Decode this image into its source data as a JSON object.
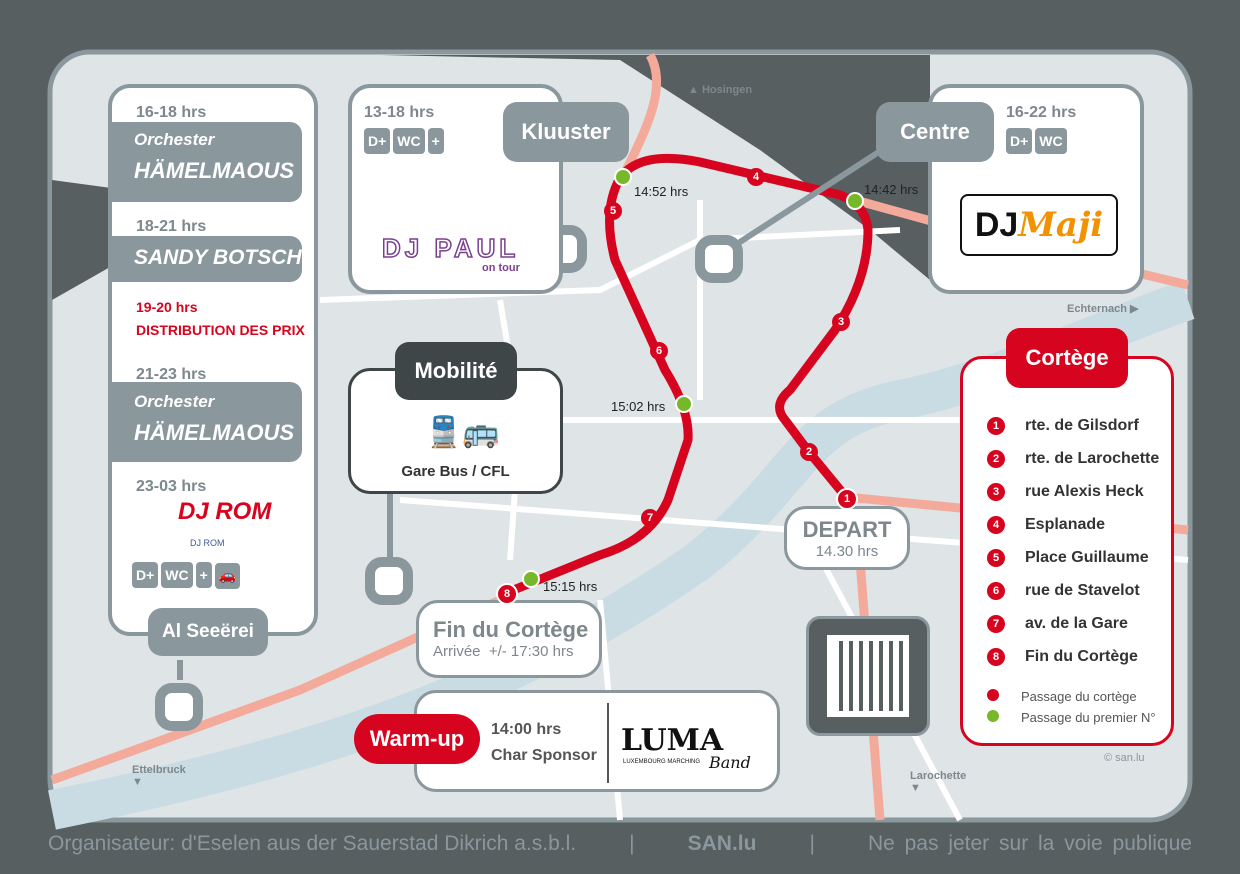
{
  "schedule_panel": {
    "slots": [
      {
        "time": "16-18 hrs",
        "line1": "Orchester",
        "line2": "HÄMELMAOUS"
      },
      {
        "time": "18-21 hrs",
        "line1": "SANDY BOTSCH"
      },
      {
        "time": "19-20 hrs",
        "line1": "DISTRIBUTION DES PRIX"
      },
      {
        "time": "21-23 hrs",
        "line1": "Orchester",
        "line2": "HÄMELMAOUS"
      },
      {
        "time": "23-03 hrs",
        "line1": "DJ ROM",
        "line2": "DJ ROM"
      }
    ],
    "location": "Al Seeërei"
  },
  "kluuster_panel": {
    "time": "13-18 hrs",
    "location": "Kluuster",
    "logo_text": "DJ PAUL",
    "logo_sub": "on tour"
  },
  "centre_panel": {
    "time": "16-22 hrs",
    "location": "Centre",
    "logo_dj": "DJ",
    "logo_name": "Maji"
  },
  "mobilite": {
    "title": "Mobilité",
    "label": "Gare Bus / CFL"
  },
  "depart": {
    "title": "DEPART",
    "time": "14.30 hrs",
    "number": "1"
  },
  "fin": {
    "title": "Fin du Cortège",
    "sub": "Arrivée  +/- 17:30 hrs",
    "number": "8"
  },
  "warmup": {
    "label": "Warm-up",
    "time": "14:00 hrs",
    "sub": "Char Sponsor",
    "logo": "LUMA",
    "logo_sub": "LUXEMBOURG MARCHING",
    "logo_band": "Band"
  },
  "route_times": [
    "14:42 hrs",
    "14:52 hrs",
    "15:02 hrs",
    "15:15 hrs"
  ],
  "route_numbers": [
    "2",
    "3",
    "4",
    "5",
    "6",
    "7"
  ],
  "directions": {
    "north": "Hosingen",
    "east": "Echternach",
    "west": "Ettelbruck",
    "south": "Larochette"
  },
  "icons": {
    "drink_food": "D+",
    "toilet": "WC",
    "first_aid": "+",
    "car": "car"
  },
  "legend": {
    "title": "Cortège",
    "items": [
      {
        "n": "1",
        "label": "rte. de Gilsdorf"
      },
      {
        "n": "2",
        "label": "rte. de Larochette"
      },
      {
        "n": "3",
        "label": "rue Alexis Heck"
      },
      {
        "n": "4",
        "label": "Esplanade"
      },
      {
        "n": "5",
        "label": "Place Guillaume"
      },
      {
        "n": "6",
        "label": "rue de Stavelot"
      },
      {
        "n": "7",
        "label": "av. de la Gare"
      },
      {
        "n": "8",
        "label": "Fin du Cortège"
      }
    ],
    "red_dot": "Passage du cortège",
    "green_dot": "Passage du premier N°"
  },
  "copyright": "© san.lu",
  "footer": {
    "organizer": "Organisateur: d'Eselen aus der Sauerstad Dikrich a.s.b.l.",
    "sep": "|",
    "brand": "SAN.lu",
    "notice": "Ne pas jeter sur la voie publique"
  },
  "colors": {
    "route": "#d7041f",
    "first": "#76b82a",
    "panel_grey": "#8a979d"
  }
}
